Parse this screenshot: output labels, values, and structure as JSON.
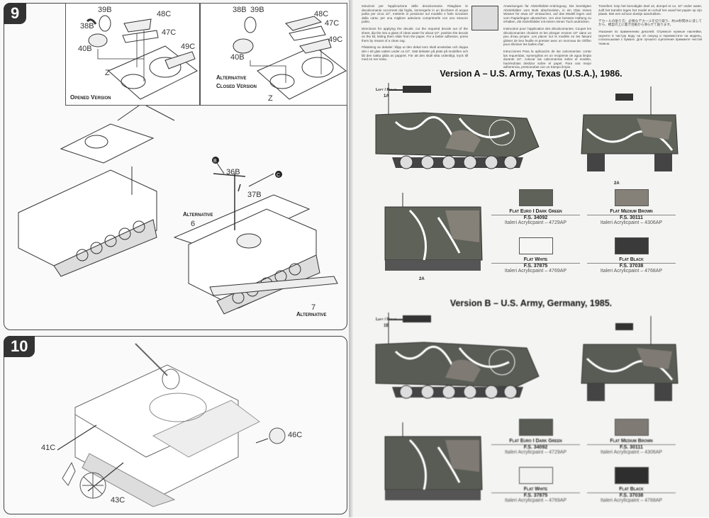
{
  "step9": {
    "number": "9",
    "opened_panel": {
      "caption": "Opened Version",
      "parts": [
        "38B",
        "39B",
        "40B",
        "48C",
        "47C",
        "49C",
        "Z"
      ]
    },
    "closed_panel": {
      "caption_line1": "Alternative",
      "caption_line2": "Closed Version",
      "parts": [
        "38B",
        "39B",
        "40B",
        "48C",
        "47C",
        "49C",
        "Z"
      ]
    },
    "main": {
      "part_36": "36B",
      "part_37": "37B",
      "callout_b": "B",
      "callout_c": "C",
      "alt6_label": "Alternative",
      "alt6_num": "6",
      "alt7_num": "7",
      "alt7_label": "Alternative"
    }
  },
  "step10": {
    "number": "10",
    "parts": [
      "41C",
      "43C",
      "46C"
    ]
  },
  "instructions": {
    "italian": "Istruzioni per l'applicazione delle decalcomanie. Ritagliare le decalcomanie occorrenti dal foglio, immergerle in un bicchiere di acqua pulita per circa 10\", metterle in posizione sul modello e farle scivolare dalla carta; per una migliore adesione comprimerle con uno straccio pulito.",
    "english": "Directions for applying the decals: cut the required decals out of the sheet, dip the into a glass of clean water for about 10\", position the decals on the kit, letting them slide from the paper. For a better adhesion, press them by means of a clean rag.",
    "danish": "Påsätning av dekaler: klipp ut den dekal som skall användas och doppa den i ett glas vatten under ca 10\". Sätt dekalen på plats på modellen och låt den sakta glida av pappret. För att den skall sitta ordentligt, tryck till med en ren trasa.",
    "german": "Anweisungen für Abziehbilder-Anbringung. Die benötigten Abziehbilder vom Bork abschneiden, in ein Glas reines Wasser für etwa 10\" eintauchen, auf das Modell legen und vom Papierbogen abrutschen. Um eine bessere Haftung zu erhalten, die Abziehbilder mit einem reinen Tuch andrücken.",
    "french": "Instruction pour l'application des décalcomanies. Couper les décalcomanies choisies et les plonger environ 10\" dans un peu d'eau propre. Les placer sur le modèle en les faisant glisser de leur feuille et presser avec un morceau de chiffon pour éliminer les bulles d'air.",
    "spanish": "Intrucciones Para la aplicación de las calcomanías: cortar las requeridas, sumergirlas en un recipiente de agua limpia durante 10\", colocar las calcomanías sobre el modelo, haciéndolas deslizar sobre el papel. Para una mejor adherencia, presionarlas con un trampo limpio.",
    "dutch": "Transfers: knip het benodigde deel uit, dompel et ca. 10\" onder water, zuift het transfer tegen het model en schuif het vanaf het papier op zijn plaats. Met een schoon doekje aandrukken.",
    "japanese": "デカールの貼り方：必要なデカールを切り取り、約10秒間水に浸してから、模型の上に置き台紙から滑らせて貼ります。",
    "russian": "Указания по применению деколей. Отрежьте нужные наклейки, окуните в чистую воду на 10 секунд и переместите на модель, соскальзывая с бумаги. Для лучшего сцепления прижмите чистой тканью."
  },
  "versions": [
    {
      "title": "Version A – U.S. Army, Texas (U.S.A.), 1986.",
      "side_label": "Left / Right",
      "decal_side": "1A",
      "decal_front": "2A",
      "decal_rear": "2A",
      "colors": [
        {
          "name": "Flat Euro I Dark Green",
          "fs": "F.S. 34092",
          "italeri": "Italeri Acrylicpaint – 4729AP",
          "hex": "#5e6258"
        },
        {
          "name": "Flat Medium Brown",
          "fs": "F.S. 30111",
          "italeri": "Italeri Acrylicpaint – 4306AP",
          "hex": "#858078"
        },
        {
          "name": "Flat White",
          "fs": "F.S. 37875",
          "italeri": "Italeri Acrylicpaint – 4769AP",
          "hex": "#f6f6f4"
        },
        {
          "name": "Flat Black",
          "fs": "F.S. 37038",
          "italeri": "Italeri Acrylicpaint – 4768AP",
          "hex": "#3a3a3a"
        }
      ]
    },
    {
      "title": "Version B – U.S. Army, Germany, 1985.",
      "side_label": "Left / Right",
      "decal_side": "1B",
      "colors": [
        {
          "name": "Flat Euro I Dark Green",
          "fs": "F.S. 34092",
          "italeri": "Italeri Acrylicpaint – 4729AP",
          "hex": "#585c54"
        },
        {
          "name": "Flat Medium Brown",
          "fs": "F.S. 30111",
          "italeri": "Italeri Acrylicpaint – 4306AP",
          "hex": "#7f7a74"
        },
        {
          "name": "Flat White",
          "fs": "F.S. 37875",
          "italeri": "Italeri Acrylicpaint – 4769AP",
          "hex": "#f2f2f0"
        },
        {
          "name": "Flat Black",
          "fs": "F.S. 37038",
          "italeri": "Italeri Acrylicpaint – 4768AP",
          "hex": "#2e2e2e"
        }
      ]
    }
  ]
}
